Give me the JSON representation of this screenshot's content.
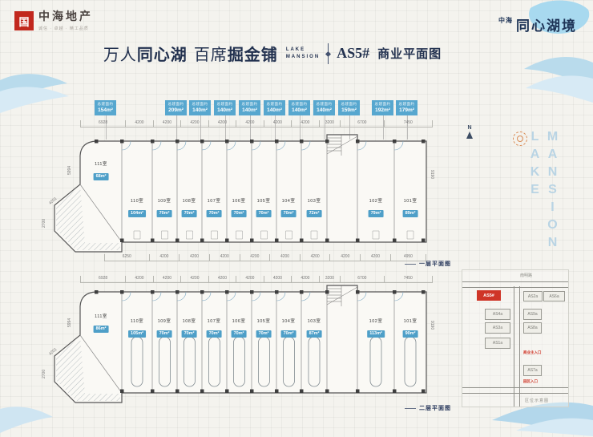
{
  "brand": {
    "logo_glyph": "国",
    "company": "中海地产",
    "tagline": "诚信 · 卓越 · 精工品质",
    "project_pre": "中海",
    "project_name": "同心湖境"
  },
  "title": {
    "part1_light": "万人",
    "part1_bold": "同心湖",
    "part2_light": "百席",
    "part2_bold": "掘金铺",
    "en_line1": "LAKE",
    "en_line2": "MANSION",
    "code": "AS5#",
    "suffix": "商业平面图"
  },
  "side": {
    "en1": "LAKE",
    "en2": "MANSION",
    "north": "N"
  },
  "badges": {
    "label": "总建面约",
    "values": [
      "154m²",
      "209m²",
      "140m²",
      "140m²",
      "140m²",
      "140m²",
      "140m²",
      "140m²",
      "159m²",
      "192m²",
      "179m²"
    ]
  },
  "floor1": {
    "caption": "一层平面图",
    "dims_top": [
      "6928",
      "4200",
      "4200",
      "4200",
      "4200",
      "4200",
      "4200",
      "4200",
      "3200",
      "6700",
      "7450"
    ],
    "dims_bottom": [
      "6250",
      "4200",
      "4200",
      "4200",
      "4200",
      "4200",
      "4200",
      "4200",
      "4200",
      "4950"
    ],
    "dims_left": [
      "5994",
      "4201",
      "2700"
    ],
    "dims_right": [
      "9190"
    ],
    "units": [
      {
        "room": "111室",
        "area": "68m²"
      },
      {
        "room": "110室",
        "area": "104m²"
      },
      {
        "room": "109室",
        "area": "70m²"
      },
      {
        "room": "108室",
        "area": "70m²"
      },
      {
        "room": "107室",
        "area": "70m²"
      },
      {
        "room": "106室",
        "area": "70m²"
      },
      {
        "room": "105室",
        "area": "70m²"
      },
      {
        "room": "104室",
        "area": "70m²"
      },
      {
        "room": "103室",
        "area": "72m²"
      },
      {
        "room": "102室",
        "area": "79m²"
      },
      {
        "room": "101室",
        "area": "89m²"
      }
    ]
  },
  "floor2": {
    "caption": "二层平面图",
    "dims_top": [
      "6928",
      "4200",
      "4200",
      "4200",
      "4200",
      "4200",
      "4200",
      "4200",
      "3200",
      "6700",
      "7450"
    ],
    "dims_left": [
      "5994",
      "4201",
      "2700"
    ],
    "dims_right": [
      "9190"
    ],
    "units": [
      {
        "room": "111室",
        "area": "86m²"
      },
      {
        "room": "110室",
        "area": "105m²"
      },
      {
        "room": "109室",
        "area": "70m²"
      },
      {
        "room": "108室",
        "area": "70m²"
      },
      {
        "room": "107室",
        "area": "70m²"
      },
      {
        "room": "106室",
        "area": "70m²"
      },
      {
        "room": "105室",
        "area": "70m²"
      },
      {
        "room": "104室",
        "area": "70m²"
      },
      {
        "room": "103室",
        "area": "87m²"
      },
      {
        "room": "102室",
        "area": "113m²"
      },
      {
        "room": "101室",
        "area": "90m²"
      }
    ]
  },
  "map": {
    "road_top": "南明路",
    "marker": "AS5#",
    "plots": [
      "AS2a",
      "AS6a",
      "AS4a",
      "AS3a",
      "AS1a",
      "AS9a",
      "AS8a",
      "AS7a"
    ],
    "entrance_main": "商业主入口",
    "entrance_side": "园区入口",
    "caption": "区位示意图"
  },
  "colors": {
    "navy": "#22314f",
    "badge_blue": "#4e9fc8",
    "brand_red": "#c1271d",
    "wave_blue": "#b9dbec"
  }
}
